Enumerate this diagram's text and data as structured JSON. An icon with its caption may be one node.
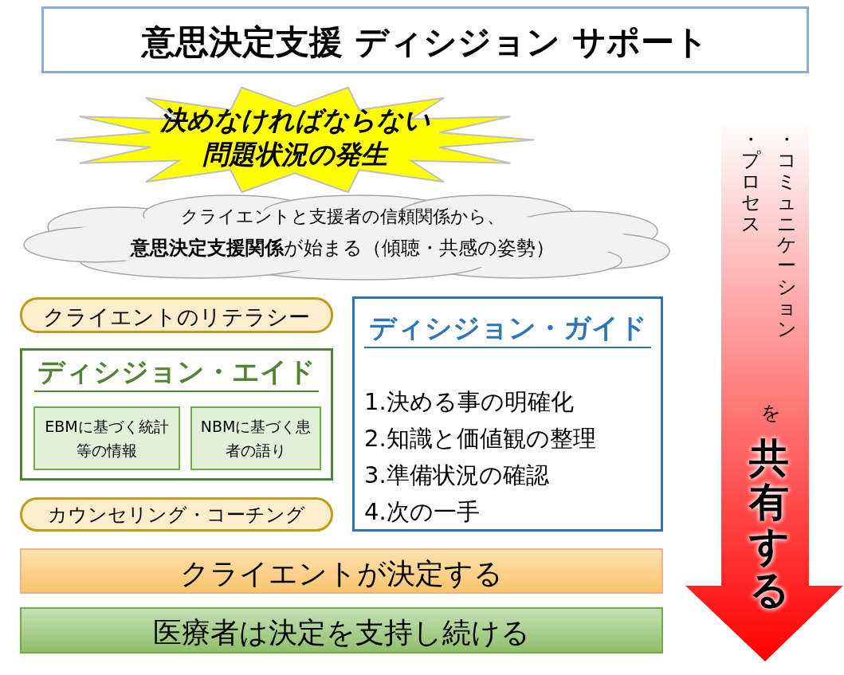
{
  "diagram": {
    "title": "意思決定支援 ディシジョン サポート",
    "nodes": [
      {
        "text": [
          "決めなければならない問題状況の発生"
        ]
      },
      {
        "text": [
          "クライエントと支援者の信頼関係から、",
          "**意思決定支援関係**が始まる（傾聴・共感の姿勢）"
        ]
      },
      {
        "text": [
          "クライエントのリテラシー"
        ]
      },
      {
        "text": [
          "ディシジョン・エイド"
        ]
      },
      {
        "text": [
          "EBMに基づく統計等の情報"
        ],
        "in": 3
      },
      {
        "text": [
          "NBMに基づく患者の語り"
        ],
        "in": 3
      },
      {
        "text": [
          "カウンセリング・コーチング"
        ]
      },
      {
        "text": [
          "ディシジョン・ガイド",
          "1.決める事の明確化",
          "2.知識と価値観の整理",
          "3.準備状況の確認",
          "4.次の一手"
        ]
      },
      {
        "text": [
          "クライエントが決定する"
        ]
      },
      {
        "text": [
          "医療者は決定を支持し続ける"
        ]
      },
      {
        "text": [
          "・コミュニケーション",
          "・プロセス",
          "を",
          "共有する"
        ]
      }
    ]
  }
}
